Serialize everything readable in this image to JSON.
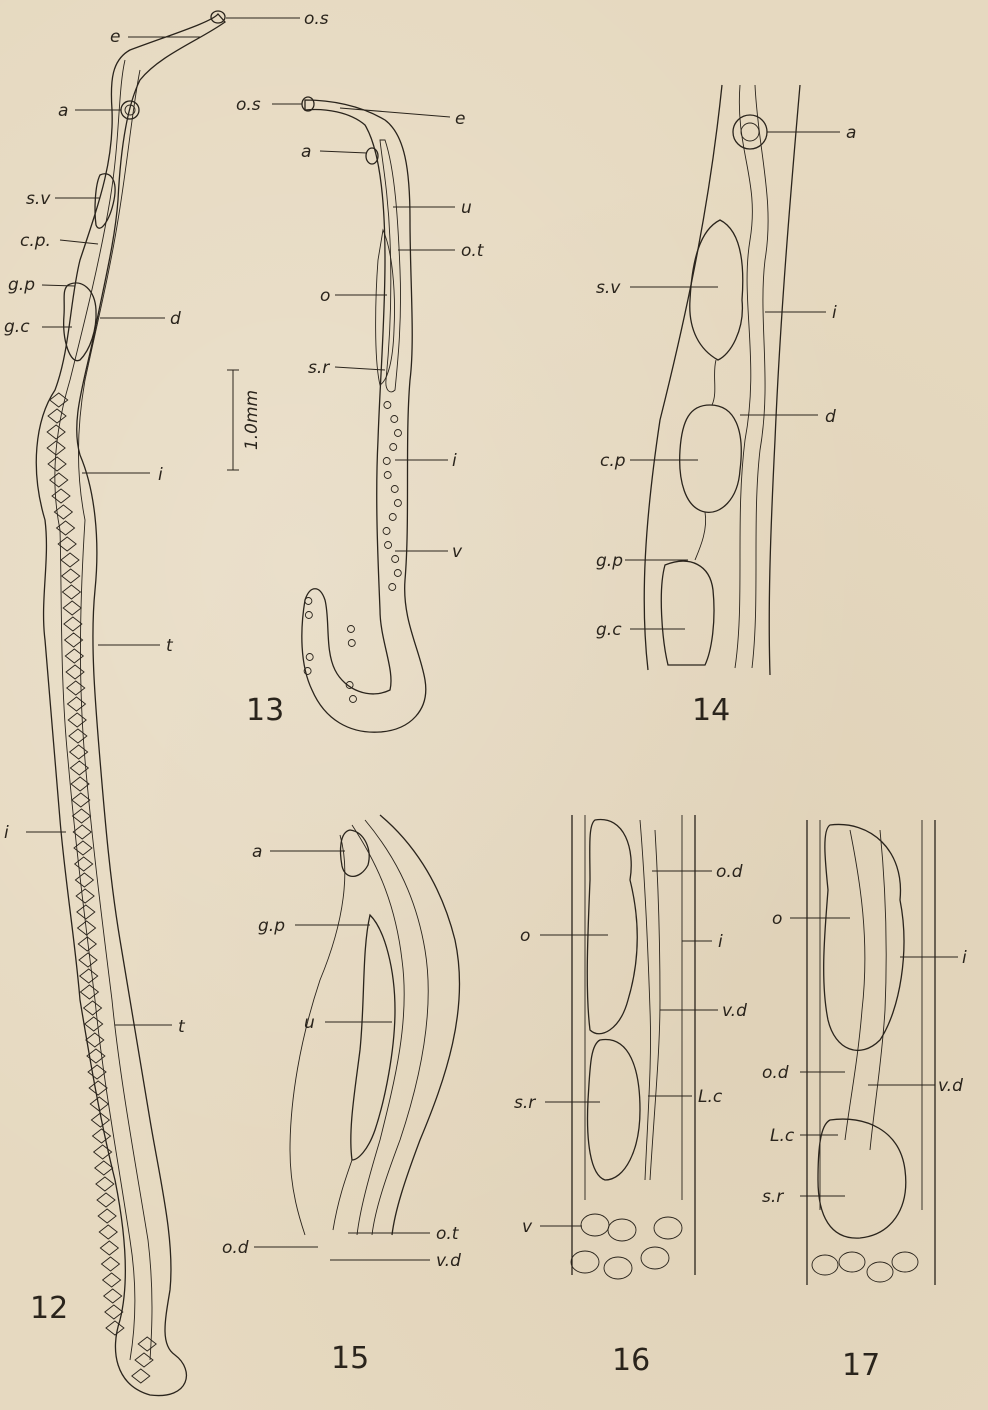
{
  "scale_bar": {
    "label": "1.0mm"
  },
  "figures": [
    {
      "number": "12",
      "labels": [
        "o.s",
        "e",
        "a",
        "s.v",
        "c.p.",
        "g.p",
        "g.c",
        "d",
        "i",
        "t",
        "i",
        "t"
      ]
    },
    {
      "number": "13",
      "labels": [
        "o.s",
        "e",
        "a",
        "u",
        "o.t",
        "o",
        "s.r",
        "i",
        "v"
      ]
    },
    {
      "number": "14",
      "labels": [
        "a",
        "s.v",
        "i",
        "d",
        "c.p",
        "g.p",
        "g.c"
      ]
    },
    {
      "number": "15",
      "labels": [
        "a",
        "g.p",
        "u",
        "o.t",
        "o.d",
        "v.d"
      ]
    },
    {
      "number": "16",
      "labels": [
        "o.d",
        "o",
        "i",
        "v.d",
        "s.r",
        "L.c",
        "v"
      ]
    },
    {
      "number": "17",
      "labels": [
        "o",
        "i",
        "o.d",
        "v.d",
        "L.c",
        "s.r"
      ]
    }
  ],
  "colors": {
    "paper": "#e6d9c0",
    "ink": "#2a241c"
  }
}
